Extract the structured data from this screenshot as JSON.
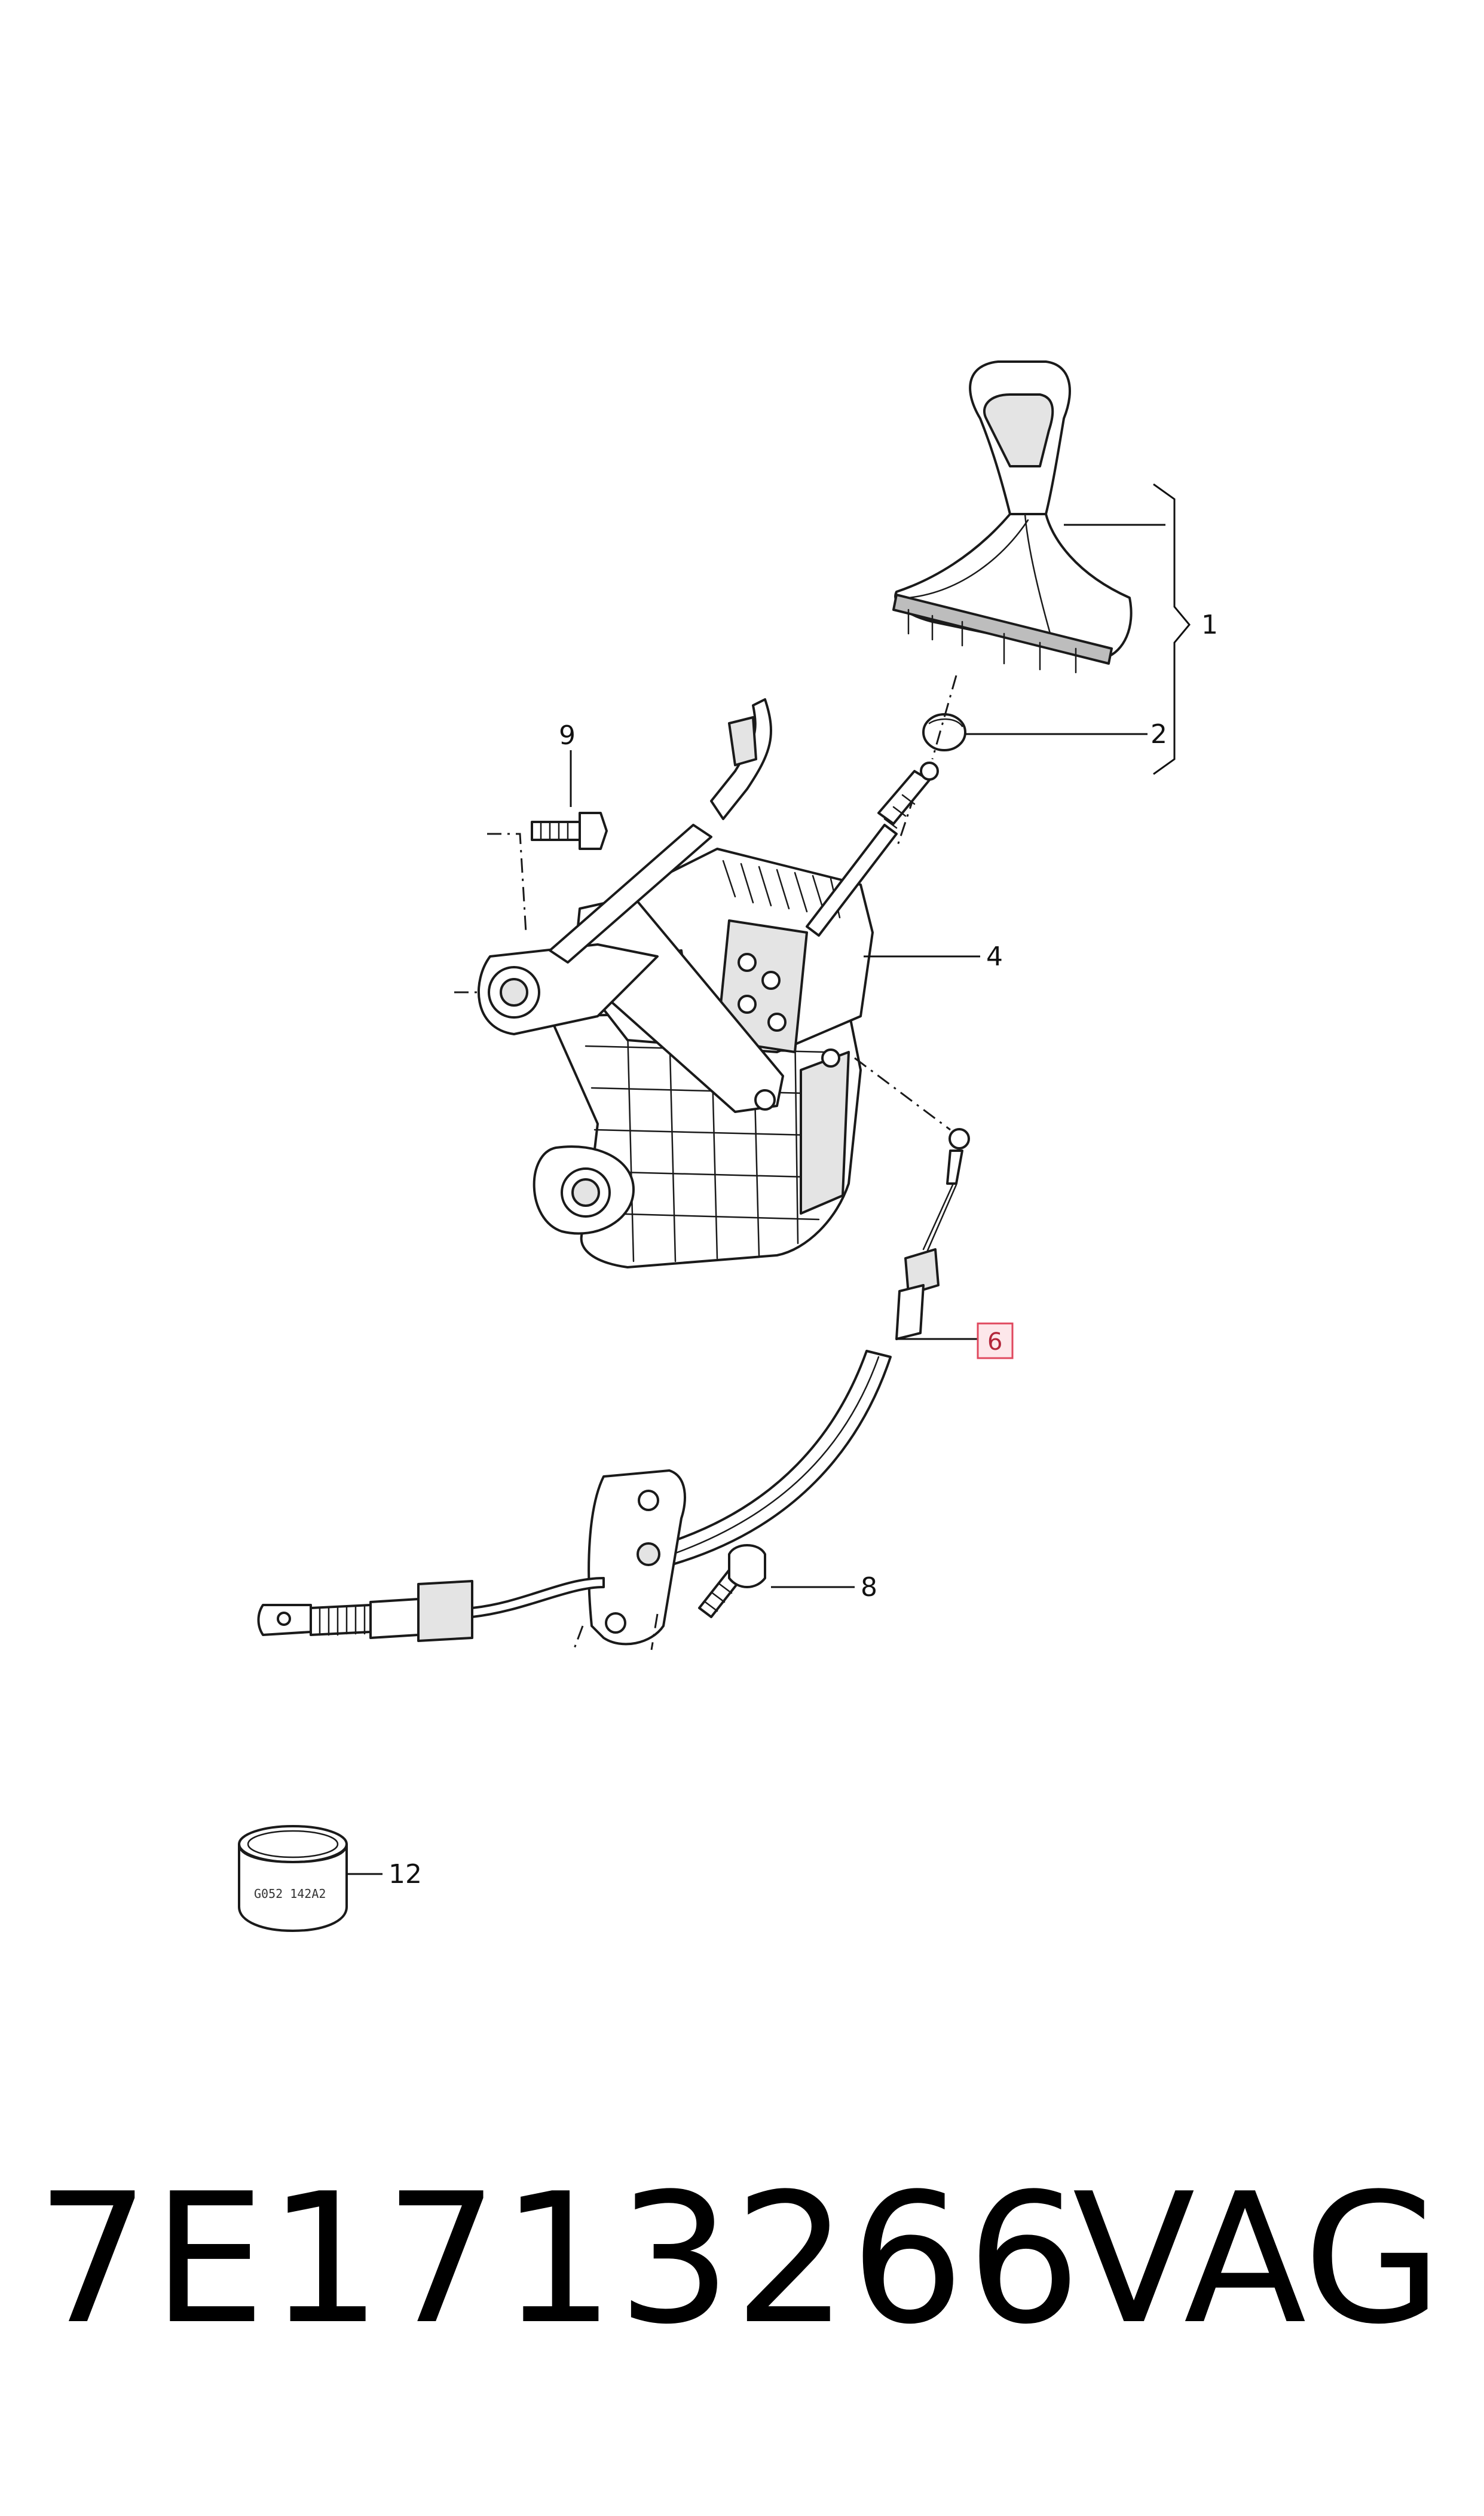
{
  "diagram": {
    "callouts": {
      "c1": "1",
      "c2": "2",
      "c4": "4",
      "c6": "6",
      "c8": "8",
      "c9": "9",
      "c12": "12"
    },
    "highlight_color": "#e0485e",
    "stamp_text": "G052 142A2"
  },
  "footer": {
    "part_number": "7E1713266",
    "brand": "VAG"
  }
}
